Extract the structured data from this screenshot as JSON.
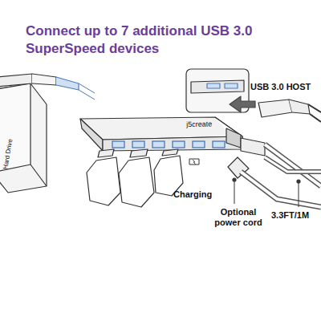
{
  "diagram": {
    "title": "Connect up to 7 additional USB 3.0 SuperSpeed devices",
    "labels": [
      "j5create",
      "USB 3.0 HOST",
      "Charging",
      "Optional power cord",
      "3.3FT/1M",
      "Hard Drive"
    ]
  }
}
